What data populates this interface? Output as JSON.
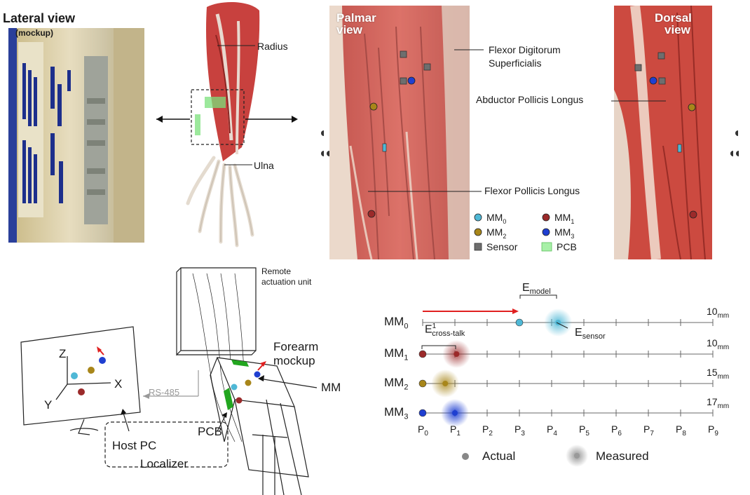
{
  "lateral": {
    "title": "Lateral view",
    "subtitle": "(mockup)"
  },
  "anatomy": {
    "radius": "Radius",
    "ulna": "Ulna"
  },
  "palmar": {
    "title_line1": "Palmar",
    "title_line2": "view",
    "fds_line1": "Flexor Digitorum",
    "fds_line2": "Superficialis",
    "apl": "Abductor Pollicis Longus",
    "fpl": "Flexor Pollicis Longus"
  },
  "dorsal": {
    "title_line1": "Dorsal",
    "title_line2": "view"
  },
  "legend": {
    "mm0": "MM",
    "mm0_sub": "0",
    "mm1": "MM",
    "mm1_sub": "1",
    "mm2": "MM",
    "mm2_sub": "2",
    "mm3": "MM",
    "mm3_sub": "3",
    "sensor": "Sensor",
    "pcb": "PCB"
  },
  "colors": {
    "mm0": "#4fb8d6",
    "mm1": "#9b2a2a",
    "mm2": "#a8861a",
    "mm3": "#1f3fd1",
    "sensor": "#6e6e6e",
    "pcb": "#a8f0a8",
    "arrow": "#e02020",
    "muscle": "#c8413e"
  },
  "setup": {
    "remote_line1": "Remote",
    "remote_line2": "actuation unit",
    "forearm_line1": "Forearm",
    "forearm_line2": "mockup",
    "mm": "MM",
    "pcb": "PCB",
    "rs485": "RS-485",
    "host_pc": "Host PC",
    "localizer": "Localizer",
    "axis_x": "X",
    "axis_y": "Y",
    "axis_z": "Z"
  },
  "errors": {
    "e_model": "E",
    "e_model_sub": "model",
    "e_sensor": "E",
    "e_sensor_sub": "sensor",
    "e_cross": "E",
    "e_cross_sup": "1",
    "e_cross_sub": "cross-talk",
    "rows": [
      {
        "label": "MM",
        "sub": "0",
        "range": "10",
        "unit": "mm",
        "actual": 3,
        "measured": 4.2,
        "color": "#4fb8d6"
      },
      {
        "label": "MM",
        "sub": "1",
        "range": "10",
        "unit": "mm",
        "actual": 0,
        "measured": 1.05,
        "color": "#9b2a2a"
      },
      {
        "label": "MM",
        "sub": "2",
        "range": "15",
        "unit": "mm",
        "actual": 0,
        "measured": 0.7,
        "color": "#a8861a"
      },
      {
        "label": "MM",
        "sub": "3",
        "range": "17",
        "unit": "mm",
        "actual": 0,
        "measured": 1.0,
        "color": "#1f3fd1"
      }
    ],
    "ticks": [
      {
        "p": "P",
        "s": "0"
      },
      {
        "p": "P",
        "s": "1"
      },
      {
        "p": "P",
        "s": "2"
      },
      {
        "p": "P",
        "s": "3"
      },
      {
        "p": "P",
        "s": "4"
      },
      {
        "p": "P",
        "s": "5"
      },
      {
        "p": "P",
        "s": "6"
      },
      {
        "p": "P",
        "s": "7"
      },
      {
        "p": "P",
        "s": "8"
      },
      {
        "p": "P",
        "s": "9"
      }
    ],
    "legend_actual": "Actual",
    "legend_measured": "Measured"
  }
}
